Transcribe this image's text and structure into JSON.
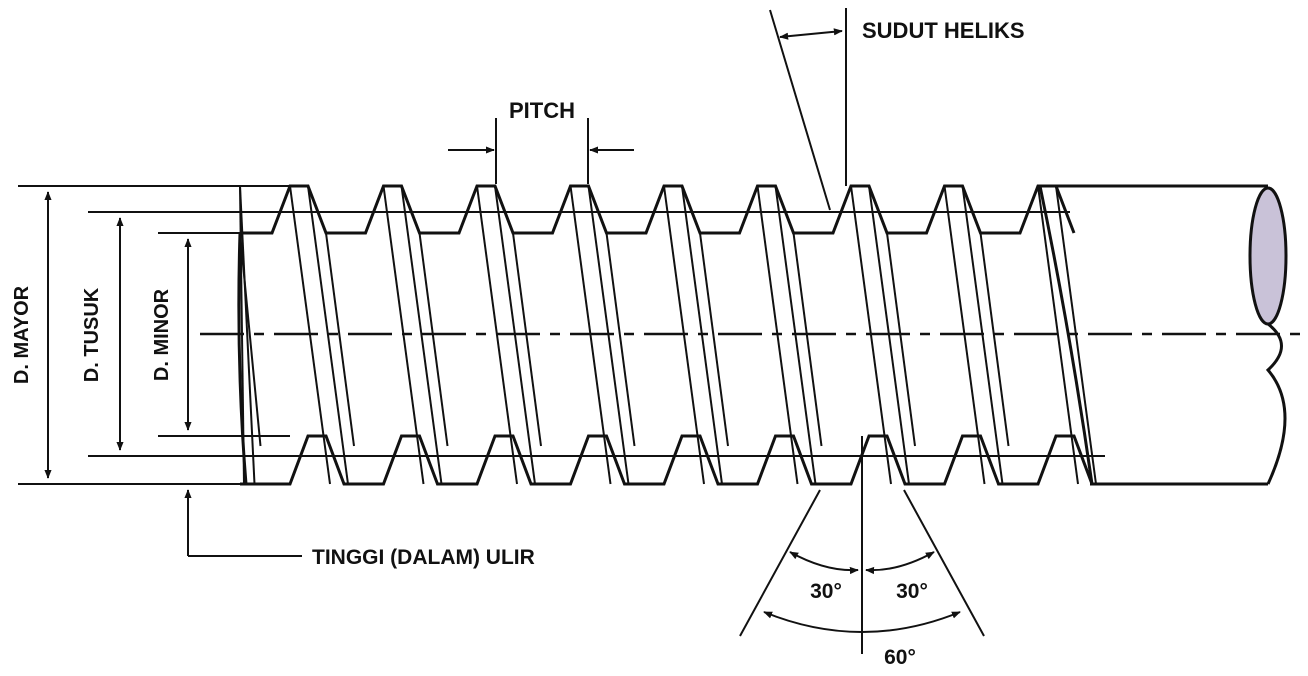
{
  "labels": {
    "major_diameter": "D. MAYOR",
    "pitch_diameter": "D. TUSUK",
    "minor_diameter": "D. MINOR",
    "pitch": "PITCH",
    "helix_angle": "SUDUT HELIKS",
    "thread_depth": "TINGGI (DALAM) ULIR",
    "half_angle_left": "30°",
    "half_angle_right": "30°",
    "thread_angle": "60°"
  },
  "thread": {
    "thread_angle_deg": 60,
    "half_angle_deg": 30,
    "thread_count": 9
  },
  "colors": {
    "line": "#111111",
    "end_face": "#c9c2d8",
    "background": "#ffffff"
  }
}
